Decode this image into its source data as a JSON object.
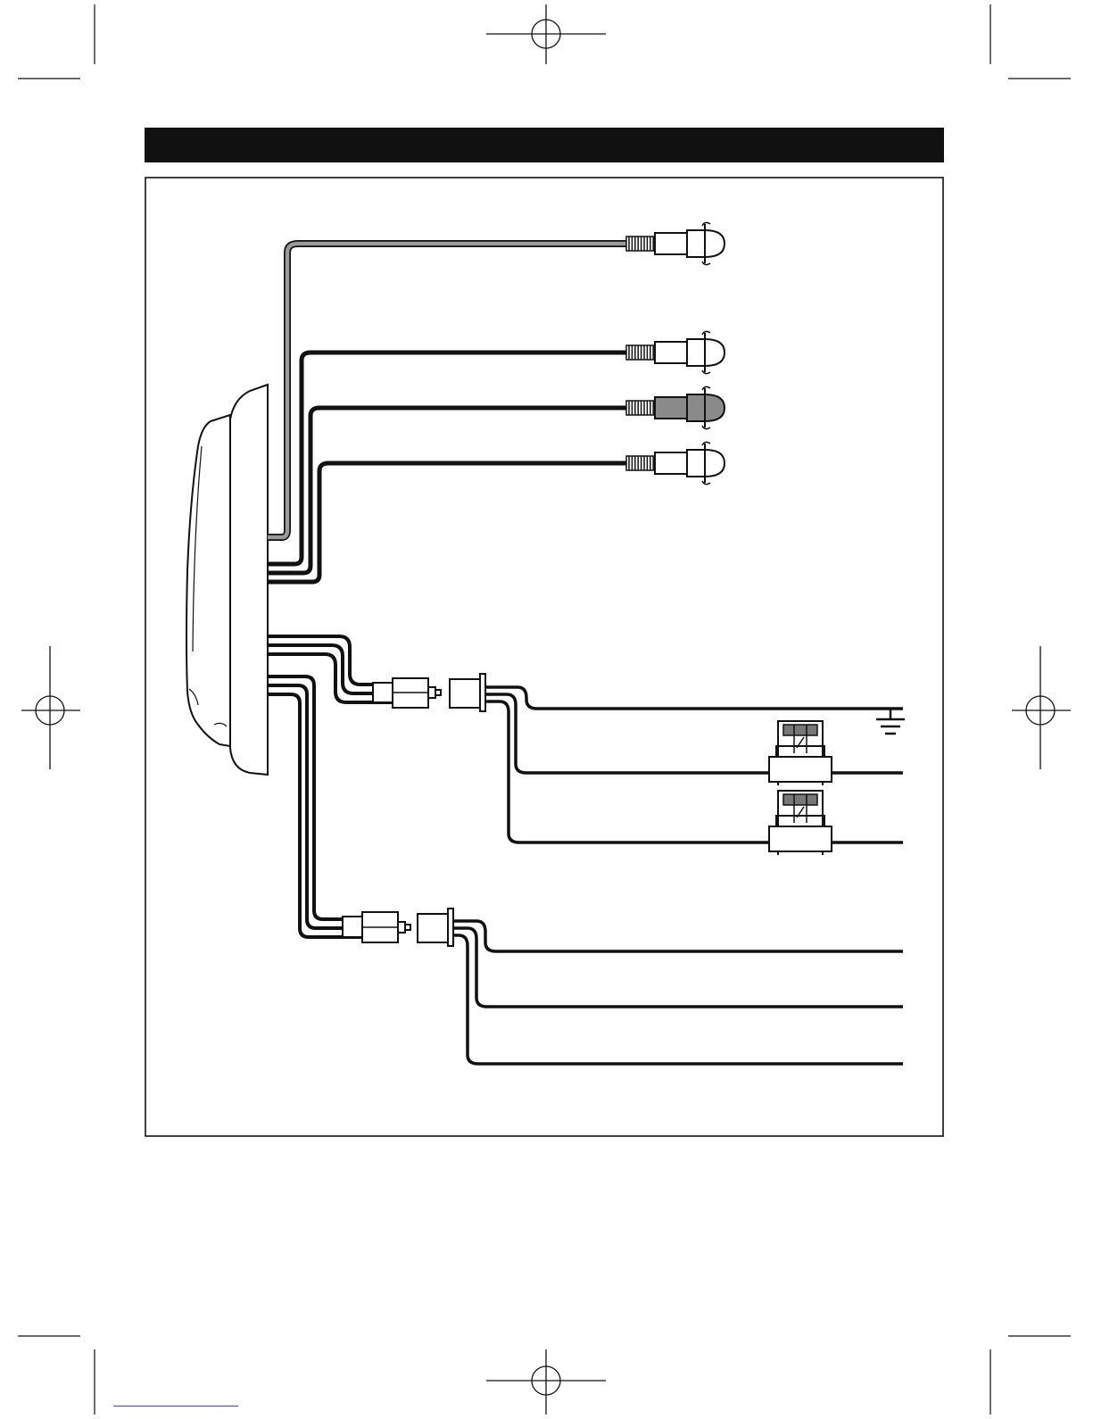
{
  "diagram": {
    "header_bar": {
      "text": ""
    },
    "colors": {
      "black_wire": "#111111",
      "gray_wire": "#9a9a9a",
      "plug_gray": "#8a8a8a",
      "outline": "#111111",
      "link_blue": "#3a3aff"
    },
    "rca_plugs": [
      {
        "wire": "gray",
        "plug": "white"
      },
      {
        "wire": "black",
        "plug": "white"
      },
      {
        "wire": "black",
        "plug": "gray"
      },
      {
        "wire": "black",
        "plug": "white"
      }
    ],
    "upper_harness_leads": [
      "ground",
      "fuse",
      "fuse"
    ],
    "lower_harness_leads": [
      "plain",
      "plain",
      "plain"
    ],
    "icons": [
      "ground-symbol-icon",
      "fuse-holder-icon",
      "registration-mark-icon"
    ]
  }
}
